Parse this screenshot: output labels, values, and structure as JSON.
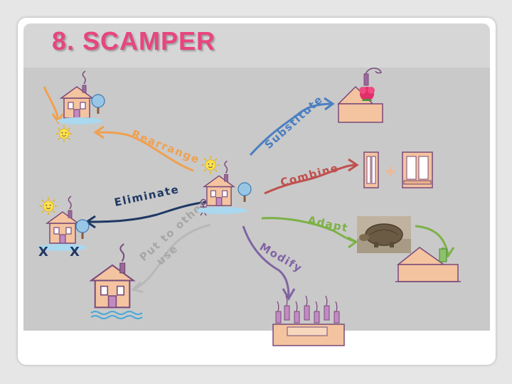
{
  "slide": {
    "title": "8. SCAMPER"
  },
  "branches": {
    "substitute": {
      "label": "Substitute",
      "color": "#4a7fc1"
    },
    "combine": {
      "label": "Combine",
      "color": "#c0504d"
    },
    "adapt": {
      "label": "Adapt",
      "color": "#7db146"
    },
    "modify": {
      "label": "Modify",
      "color": "#8064a2"
    },
    "put_to_other_use": {
      "label": "Put to other use",
      "color": "#a6a6a6"
    },
    "eliminate": {
      "label": "Eliminate",
      "color": "#1f3864"
    },
    "rearrange": {
      "label": "Rearrange",
      "color": "#f0a050"
    }
  },
  "marks": {
    "plus": "+",
    "x1": "X",
    "x2": "X"
  },
  "icons": [
    "house-icon",
    "sun-icon",
    "tree-icon",
    "person-icon",
    "window-icon",
    "tortoise-image",
    "flower-icon",
    "water-icon"
  ]
}
